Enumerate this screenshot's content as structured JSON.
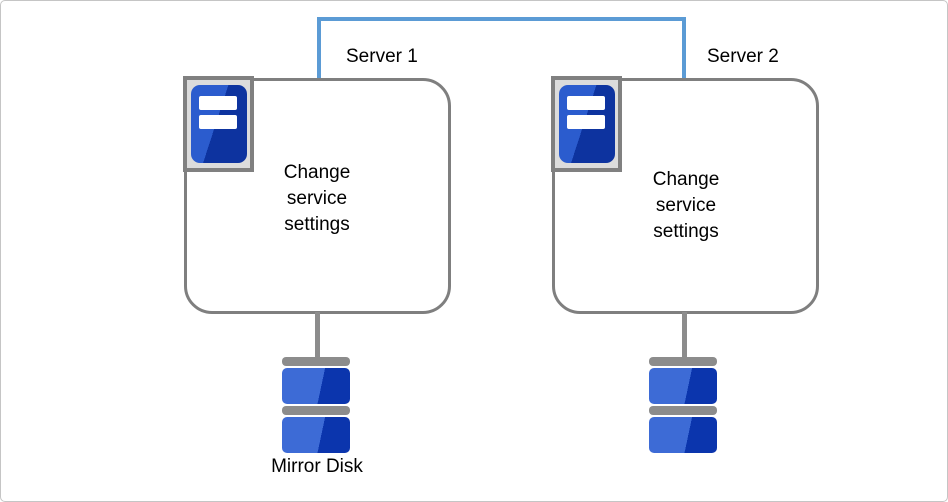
{
  "servers": [
    {
      "label": "Server 1",
      "body_text": "Change service settings"
    },
    {
      "label": "Server 2",
      "body_text": "Change service settings"
    }
  ],
  "mirror_disk_label": "Mirror Disk",
  "icons": {
    "server_icon": "server-icon",
    "disk_icon": "mirror-disk-icon"
  },
  "colors": {
    "connection_line": "#5B9BD5",
    "box_border": "#7F7F7F",
    "icon_frame_border": "#808080",
    "icon_frame_bg": "#DCDCDC",
    "icon_blue_light": "#2B5CCE",
    "icon_blue_dark": "#0D339F",
    "disk_blue_light": "#3D6BD6",
    "disk_blue_dark": "#0B35AD",
    "gray_connector": "#8C8C8C",
    "text": "#000000"
  }
}
